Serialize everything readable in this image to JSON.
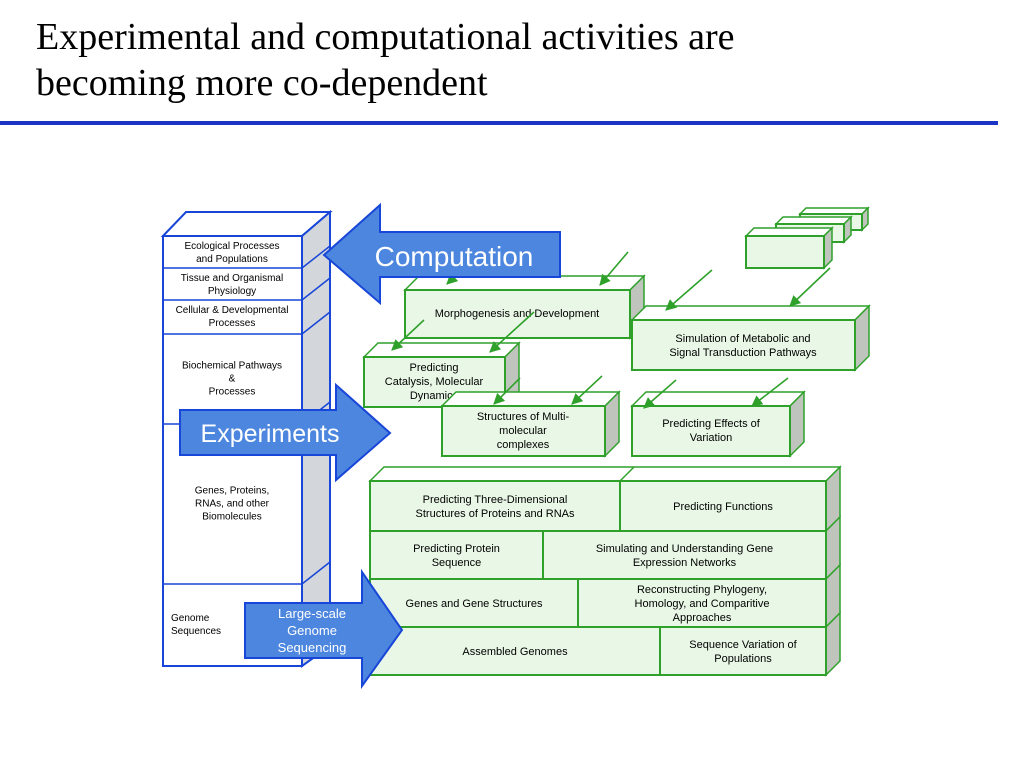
{
  "slide": {
    "title_line1": "Experimental and computational activities are",
    "title_line2": "becoming more co-dependent"
  },
  "colors": {
    "rule": "#1c33c4",
    "arrow_blue": "#4d86de",
    "block_green": "#2fa12b",
    "block_fill": "#e9f8e6",
    "stack_border": "#1846d8",
    "stack_fill": "#ffffff",
    "stack_side": "#d3d7db"
  },
  "stack_levels": [
    [
      "Ecological Processes",
      "and Populations"
    ],
    [
      "Tissue and Organismal",
      "Physiology"
    ],
    [
      "Cellular & Developmental",
      "Processes"
    ],
    [
      "Biochemical Pathways",
      "&",
      "Processes"
    ],
    [
      "Genes, Proteins,",
      "RNAs, and other",
      "Biomolecules"
    ],
    [
      "Genome",
      "Sequences"
    ]
  ],
  "arrows": {
    "computation": "Computation",
    "experiments": "Experiments",
    "sequencing": [
      "Large-scale",
      "Genome",
      "Sequencing"
    ]
  },
  "upper_blocks": {
    "morphogenesis": "Morphogenesis and Development",
    "metabolic": [
      "Simulation of Metabolic and",
      "Signal Transduction Pathways"
    ],
    "catalysis": [
      "Predicting",
      "Catalysis, Molecular",
      "Dynamics"
    ],
    "multimolecular": [
      "Structures of Multi-",
      "molecular",
      "complexes"
    ],
    "variation_effects": [
      "Predicting Effects of",
      "Variation"
    ]
  },
  "base_rows": [
    [
      {
        "id": "three-d-structures",
        "lines": [
          "Predicting Three-Dimensional",
          "Structures of Proteins and  RNAs"
        ]
      },
      {
        "id": "predicting-functions",
        "lines": [
          "Predicting Functions"
        ]
      }
    ],
    [
      {
        "id": "protein-sequence",
        "lines": [
          "Predicting Protein",
          "Sequence"
        ]
      },
      {
        "id": "gene-expression-networks",
        "lines": [
          "Simulating and Understanding Gene",
          "Expression Networks"
        ]
      }
    ],
    [
      {
        "id": "gene-structures",
        "lines": [
          "Genes and Gene Structures"
        ]
      },
      {
        "id": "phylogeny",
        "lines": [
          "Reconstructing Phylogeny,",
          "Homology, and Comparitive",
          "Approaches"
        ]
      }
    ],
    [
      {
        "id": "assembled-genomes",
        "lines": [
          "Assembled Genomes"
        ]
      },
      {
        "id": "sequence-variation",
        "lines": [
          "Sequence Variation of",
          "Populations"
        ]
      }
    ]
  ]
}
